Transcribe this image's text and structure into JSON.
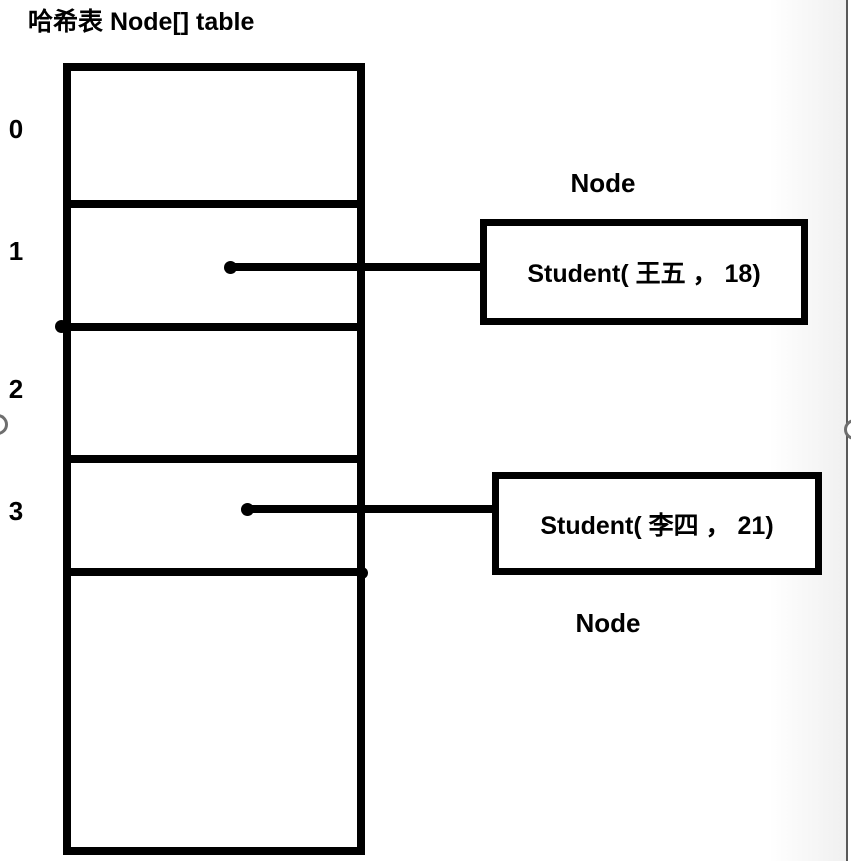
{
  "title": "哈希表 Node[] table",
  "hash_table": {
    "indices": [
      "0",
      "1",
      "2",
      "3"
    ]
  },
  "nodes": [
    {
      "label": "Node",
      "value": "Student( 王五 ， 18)"
    },
    {
      "label": "Node",
      "value": "Student( 李四 ， 21)"
    }
  ],
  "colors": {
    "line": "#000000",
    "background": "#ffffff",
    "page_edge": "#595959",
    "handle": "#6e6e6e"
  }
}
